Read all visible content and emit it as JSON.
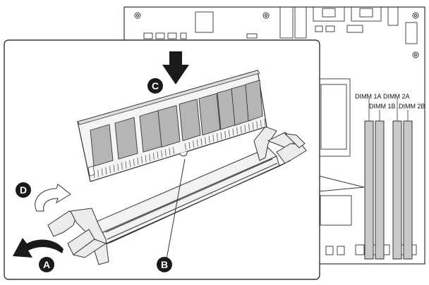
{
  "callouts": {
    "a": "A",
    "b": "B",
    "c": "C",
    "d": "D"
  },
  "dimm_labels": {
    "dimm_1a": "DIMM 1A",
    "dimm_1b": "DIMM 1B",
    "dimm_2a": "DIMM 2A",
    "dimm_2b": "DIMM 2B"
  },
  "colors": {
    "line": "#333333",
    "slot_fill": "#c9c9c9",
    "chip_fill": "#b5b5b5",
    "board_fill": "#ffffff",
    "callout_fill": "#1a1a1a"
  }
}
